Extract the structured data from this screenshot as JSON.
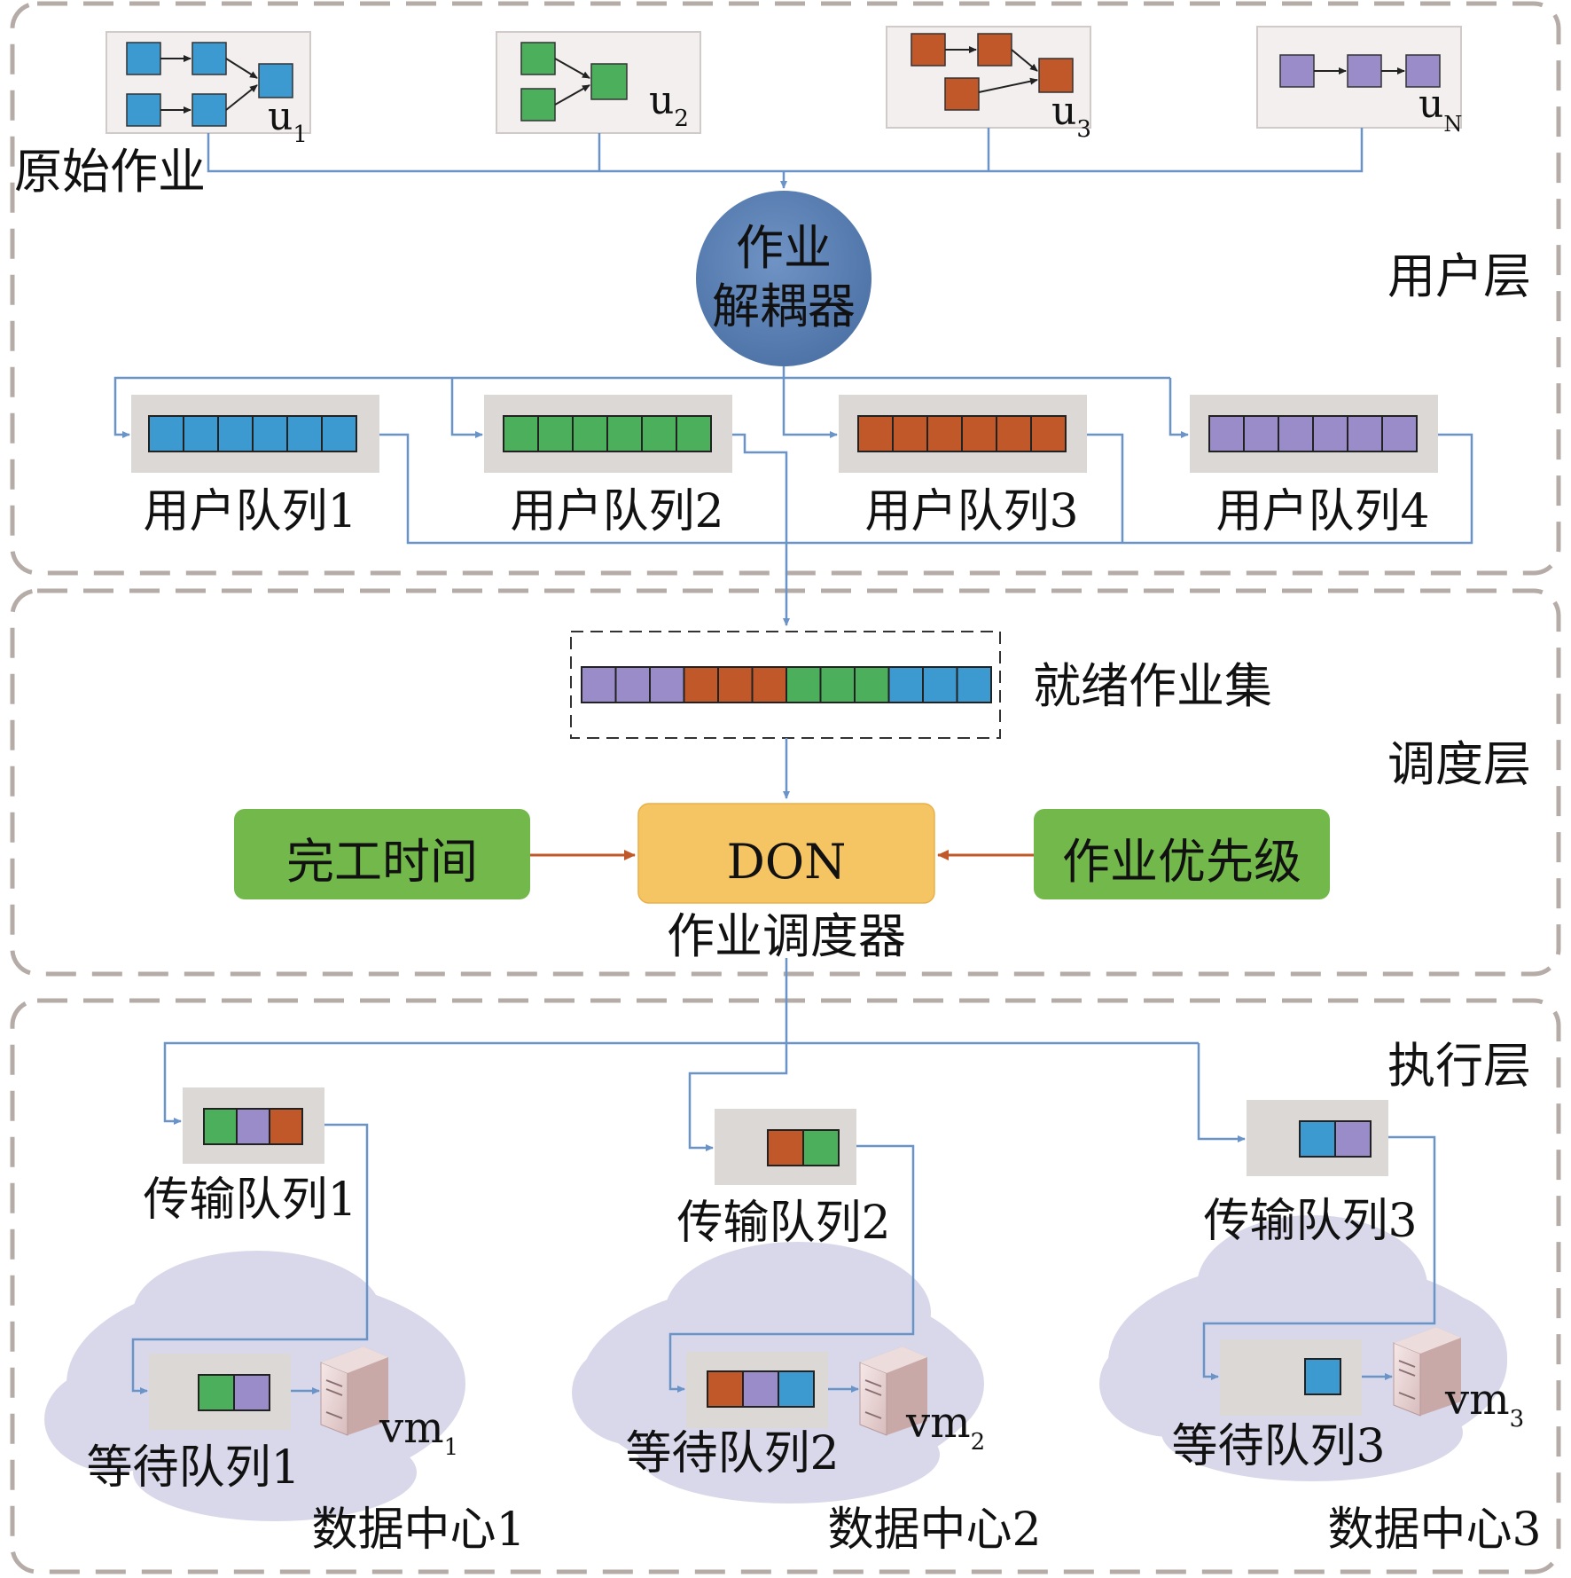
{
  "layers": {
    "user": "用户层",
    "schedule": "调度层",
    "execute": "执行层"
  },
  "raw_jobs": {
    "label": "原始作业",
    "users": [
      {
        "main": "u",
        "sub": "1"
      },
      {
        "main": "u",
        "sub": "2"
      },
      {
        "main": "u",
        "sub": "3"
      },
      {
        "main": "u",
        "sub": "N"
      }
    ]
  },
  "decoupler": {
    "line1": "作业",
    "line2": "解耦器"
  },
  "user_queues": [
    "用户队列1",
    "用户队列2",
    "用户队列3",
    "用户队列4"
  ],
  "ready_set": "就绪作业集",
  "scheduler": {
    "core": "DON",
    "name": "作业调度器",
    "input_left": "完工时间",
    "input_right": "作业优先级"
  },
  "transfer_queues": [
    "传输队列1",
    "传输队列2",
    "传输队列3"
  ],
  "wait_queues": [
    "等待队列1",
    "等待队列2",
    "等待队列3"
  ],
  "vms": [
    {
      "main": "vm",
      "sub": "1"
    },
    {
      "main": "vm",
      "sub": "2"
    },
    {
      "main": "vm",
      "sub": "3"
    }
  ],
  "data_centers": [
    "数据中心1",
    "数据中心2",
    "数据中心3"
  ],
  "colors": {
    "blue": "#3d9ad1",
    "green": "#4caf5c",
    "orange": "#c0582a",
    "purple": "#9a8cc8",
    "line": "#6a93c8",
    "arrow_orange": "#c0582a",
    "decoupler": "#5a7fb0",
    "don": "#f5c563",
    "input_box": "#72b84a",
    "tray": "#dcd8d6"
  }
}
